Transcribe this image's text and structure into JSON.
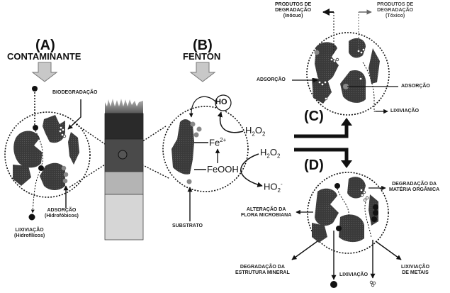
{
  "panel_a": {
    "letter": "(A)",
    "title": "CONTAMINANTE",
    "biodegradation": "BIODEGRADAÇÃO",
    "adsorption": "ADSORÇÃO",
    "adsorption_note": "(Hidrofóbicos)",
    "leaching": "LIXIVIAÇÃO",
    "leaching_note": "(Hidrofílicos)"
  },
  "panel_b": {
    "letter": "(B)",
    "title": "FENTON",
    "radical": "HO",
    "fe2": "Fe",
    "fe2_sup": "2+",
    "feooh": "FeOOH",
    "h2o2_a": "H",
    "h2o2_b": "H",
    "ho2": "HO",
    "ho2_sup": "-",
    "substrate": "SUBSTRATO"
  },
  "panel_c": {
    "letter": "(C)",
    "products_safe_1": "PRODUTOS DE",
    "products_safe_2": "DEGRADAÇÃO",
    "products_safe_3": "(Inócuo)",
    "products_toxic_1": "PRODUTOS DE",
    "products_toxic_2": "DEGRADAÇÃO",
    "products_toxic_3": "(Tóxico)",
    "adsorption_left": "ADSORÇÃO",
    "adsorption_right": "ADSORÇÃO",
    "leaching": "LIXIVIAÇÃO"
  },
  "panel_d": {
    "letter": "(D)",
    "organic_1": "DEGRADAÇÃO DA",
    "organic_2": "MATÉRIA ORGÂNICA",
    "flora_1": "ALTERAÇÃO DA",
    "flora_2": "FLORA MICROBIANA",
    "mineral_1": "DEGRADAÇÃO DA",
    "mineral_2": "ESTRUTURA MINERAL",
    "leaching": "LIXIVIAÇÃO",
    "metals_1": "LIXIVIAÇÃO",
    "metals_2": "DE METAIS"
  },
  "colors": {
    "particle": "#3a3a3a",
    "droplet": "#8a8a8a",
    "arrow_fill": "#c8c8c8",
    "soil_top": "#2a2a2a",
    "soil_mid": "#4a4a4a",
    "soil_low": "#b4b4b4",
    "soil_base": "#d6d6d6"
  }
}
